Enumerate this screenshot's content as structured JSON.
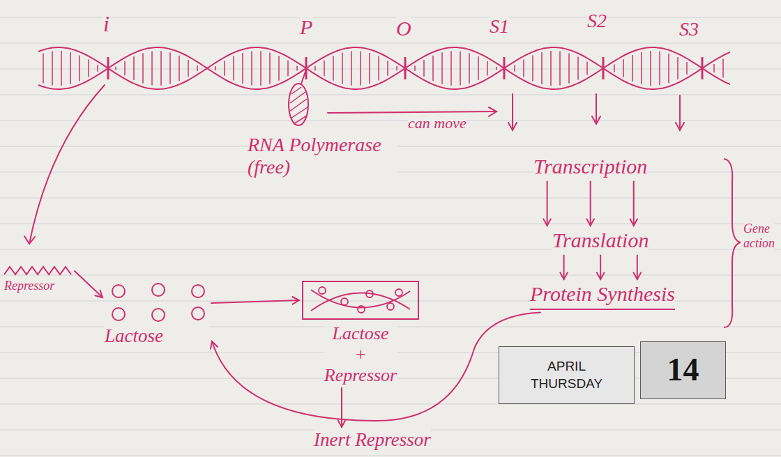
{
  "diagram": {
    "nodes": [
      {
        "text": [
          "Repressor"
        ]
      },
      {
        "text": [
          "Lactose"
        ]
      },
      {
        "text": [
          "Lactose + Repressor"
        ]
      },
      {
        "text": [
          "Inert Repressor"
        ]
      },
      {
        "text": [
          "Transcription"
        ]
      },
      {
        "text": [
          "Translation"
        ]
      },
      {
        "text": [
          "Protein Synthesis"
        ]
      },
      {
        "text": [
          "APRIL THURSDAY"
        ]
      },
      {
        "text": [
          "14"
        ]
      }
    ],
    "edges": [
      {
        "from": 0,
        "to": 1,
        "arrow": "to"
      },
      {
        "from": 1,
        "to": 2,
        "arrow": "to"
      },
      {
        "from": 2,
        "to": 3,
        "arrow": "to"
      },
      {
        "from": 4,
        "to": 5,
        "arrow": "to"
      },
      {
        "from": 5,
        "to": 6,
        "arrow": "to"
      },
      {
        "from": 6,
        "to": 1,
        "arrow": "to"
      }
    ],
    "labels": [
      "i",
      "P",
      "O",
      "S1",
      "S2",
      "S3",
      "RNA Polymerase (free)",
      "can move",
      "Gene action"
    ]
  }
}
